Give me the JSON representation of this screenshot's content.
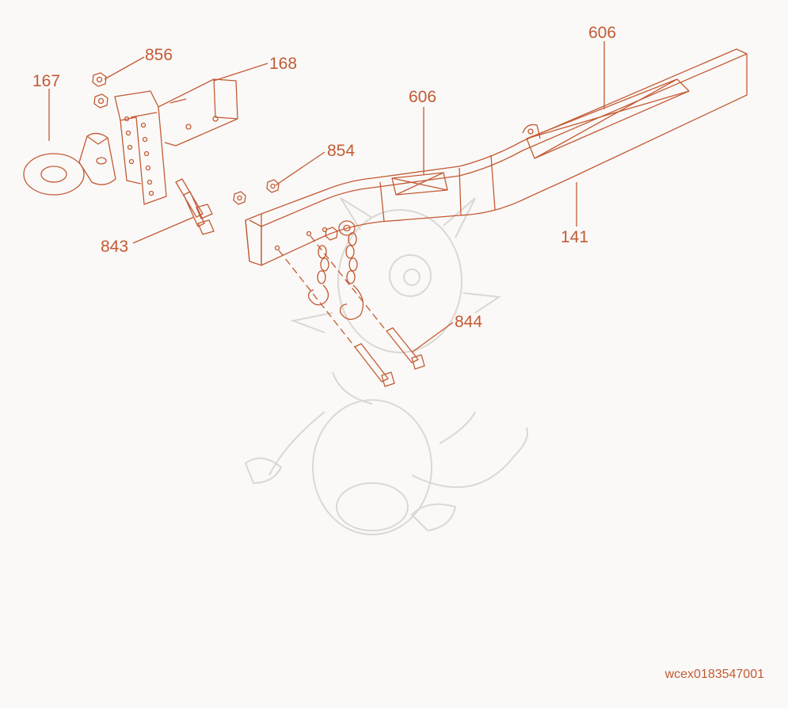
{
  "callouts": [
    {
      "id": "167",
      "text": "167"
    },
    {
      "id": "856",
      "text": "856"
    },
    {
      "id": "168",
      "text": "168"
    },
    {
      "id": "843",
      "text": "843"
    },
    {
      "id": "854",
      "text": "854"
    },
    {
      "id": "606a",
      "text": "606"
    },
    {
      "id": "606b",
      "text": "606"
    },
    {
      "id": "141",
      "text": "141"
    },
    {
      "id": "844",
      "text": "844"
    }
  ],
  "drawing_code": "wcex0183547001",
  "colors": {
    "line": "#c45a33",
    "watermark": "#dcd7d2",
    "background": "#faf9f8"
  },
  "watermark": "dragon-mascot"
}
